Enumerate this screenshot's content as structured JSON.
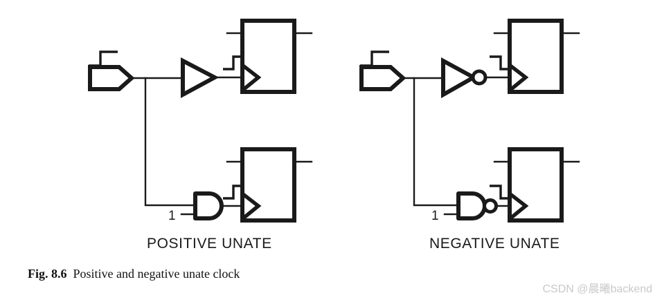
{
  "figure": {
    "caption_number": "Fig. 8.6",
    "caption_text": "Positive and negative unate clock",
    "watermark": "CSDN @晨曦backend",
    "line_color": "#1a1a1a",
    "background": "#ffffff",
    "watermark_color": "#c9c9c9"
  },
  "panels": [
    {
      "id": "positive-unate",
      "label": "POSITIVE UNATE",
      "clock_source": {
        "symbol": "clock-source-pentagon",
        "waveform": "rising-edge"
      },
      "paths": [
        {
          "id": "upper",
          "gate": "buffer",
          "gate_symbol": "triangle",
          "inverting": false,
          "output_waveform": "rising-edge",
          "load": "flip-flop",
          "flipflop_clock_symbol": "edge-triangle"
        },
        {
          "id": "lower",
          "gate": "and",
          "gate_symbol": "and-d-shape",
          "inverting": false,
          "second_input_label": "1",
          "output_waveform": "rising-edge",
          "load": "flip-flop",
          "flipflop_clock_symbol": "edge-triangle"
        }
      ]
    },
    {
      "id": "negative-unate",
      "label": "NEGATIVE UNATE",
      "clock_source": {
        "symbol": "clock-source-pentagon",
        "waveform": "rising-edge"
      },
      "paths": [
        {
          "id": "upper",
          "gate": "inverter",
          "gate_symbol": "triangle-with-bubble",
          "inverting": true,
          "output_waveform": "falling-edge",
          "load": "flip-flop",
          "flipflop_clock_symbol": "edge-triangle"
        },
        {
          "id": "lower",
          "gate": "nand",
          "gate_symbol": "and-d-shape-with-bubble",
          "inverting": true,
          "second_input_label": "1",
          "output_waveform": "falling-edge",
          "load": "flip-flop",
          "flipflop_clock_symbol": "edge-triangle"
        }
      ]
    }
  ]
}
